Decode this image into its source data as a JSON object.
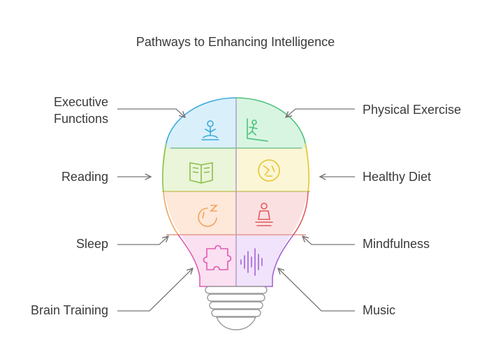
{
  "title": "Pathways to Enhancing Intelligence",
  "left_labels": [
    {
      "lines": [
        "Executive",
        "Functions"
      ],
      "icon": "meditation-person-icon",
      "color": "#3aa8dc"
    },
    {
      "lines": [
        "Reading"
      ],
      "icon": "open-book-icon",
      "color": "#8bbf4a"
    },
    {
      "lines": [
        "Sleep"
      ],
      "icon": "sleep-timer-icon",
      "color": "#f2a25b"
    },
    {
      "lines": [
        "Brain Training"
      ],
      "icon": "puzzle-icon",
      "color": "#e05ab4"
    }
  ],
  "right_labels": [
    {
      "lines": [
        "Physical Exercise"
      ],
      "icon": "treadmill-icon",
      "color": "#4cc27a"
    },
    {
      "lines": [
        "Healthy Diet"
      ],
      "icon": "fruits-icon",
      "color": "#e5c531"
    },
    {
      "lines": [
        "Mindfulness"
      ],
      "icon": "meditating-figure-icon",
      "color": "#e05a5a"
    },
    {
      "lines": [
        "Music"
      ],
      "icon": "sound-wave-icon",
      "color": "#a463d6"
    }
  ]
}
